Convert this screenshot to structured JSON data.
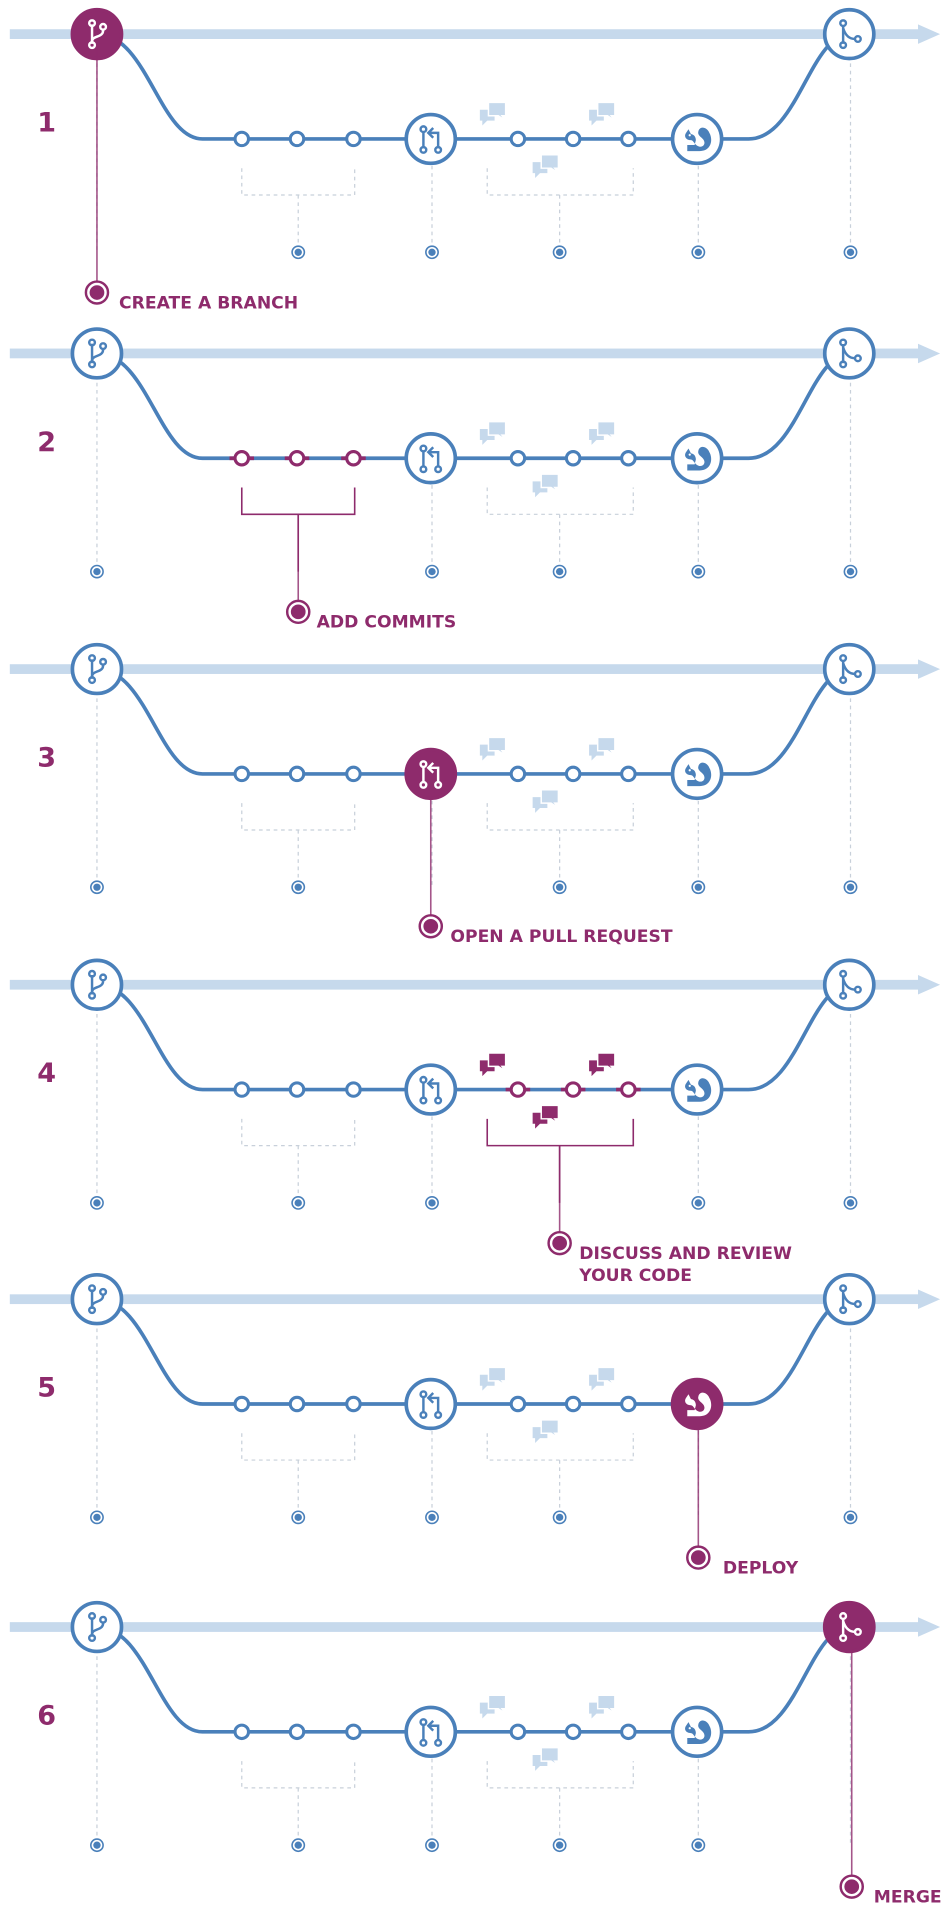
{
  "colors": {
    "blue": "#4a80ba",
    "light_blue": "#c6d9ec",
    "purple": "#8e2b6c",
    "dash": "#c8d0da",
    "faded_bubble": "#c6d9ec"
  },
  "steps": [
    {
      "number": "1",
      "active": "branch",
      "label": [
        "CREATE A BRANCH"
      ]
    },
    {
      "number": "2",
      "active": "commits",
      "label": [
        "ADD COMMITS"
      ]
    },
    {
      "number": "3",
      "active": "pull-request",
      "label": [
        "OPEN A PULL REQUEST"
      ]
    },
    {
      "number": "4",
      "active": "discuss",
      "label": [
        "DISCUSS AND REVIEW",
        "YOUR CODE"
      ]
    },
    {
      "number": "5",
      "active": "deploy",
      "label": [
        "DEPLOY"
      ]
    },
    {
      "number": "6",
      "active": "merge",
      "label": [
        "MERGE"
      ]
    }
  ],
  "icons": {
    "branch": "git-branch-icon",
    "pull_request": "pull-request-icon",
    "deploy": "squirrel-icon",
    "merge": "git-merge-icon",
    "comment": "comment-discussion-icon"
  }
}
